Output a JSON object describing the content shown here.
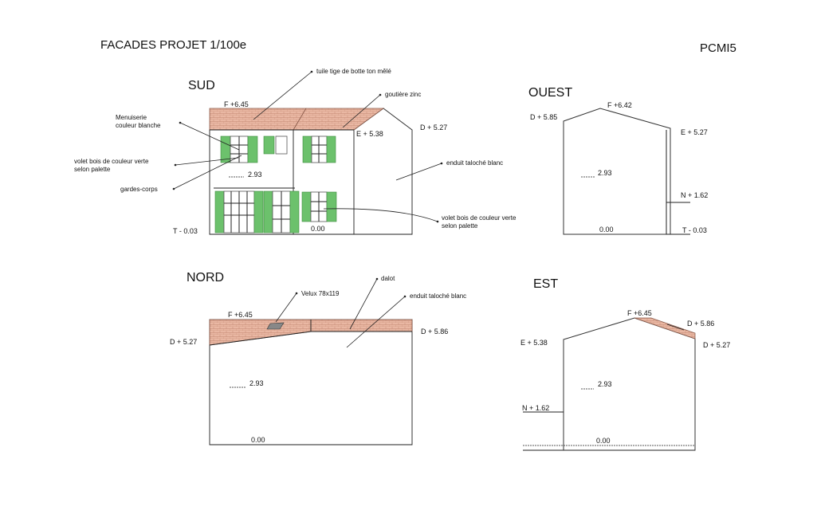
{
  "sheet": {
    "title": "FACADES PROJET 1/100e",
    "code": "PCMI5"
  },
  "colors": {
    "roof_tile": "#e9b7a3",
    "shutter_green": "#6cc16c",
    "wall": "#ffffff",
    "lines": "#222222"
  },
  "sud": {
    "title": "SUD",
    "levels": {
      "ridge": "F +6.45",
      "eave": "E + 5.38",
      "gutter": "D + 5.27",
      "mid": "2.93",
      "ground": "0.00",
      "terrain": "T - 0.03"
    },
    "annotations": {
      "tile": "tuile tige de botte ton mêlé",
      "gutter_zinc": "goutière zinc",
      "joinery_1": "Menuiserie",
      "joinery_2": "couleur blanche",
      "shutter_1": "volet bois de couleur verte",
      "shutter_2": "selon palette",
      "railing": "gardes-corps",
      "render": "enduit taloché blanc",
      "shutter_b1": "volet bois de couleur verte",
      "shutter_b2": "selon palette"
    }
  },
  "ouest": {
    "title": "OUEST",
    "levels": {
      "ridge": "F +6.42",
      "left": "D + 5.85",
      "right": "E + 5.27",
      "mid": "2.93",
      "n": "N + 1.62",
      "ground": "0.00",
      "terrain": "T - 0.03"
    }
  },
  "nord": {
    "title": "NORD",
    "levels": {
      "ridge": "F +6.45",
      "left": "D + 5.27",
      "right": "D + 5.86",
      "mid": "2.93",
      "ground": "0.00"
    },
    "annotations": {
      "velux": "Velux 78x119",
      "dalot": "dalot",
      "render": "enduit taloché blanc"
    }
  },
  "est": {
    "title": "EST",
    "levels": {
      "ridge": "F +6.45",
      "left": "E + 5.38",
      "right_top": "D + 5.86",
      "right": "D + 5.27",
      "mid": "2.93",
      "n": "N + 1.62",
      "ground": "0.00"
    }
  }
}
